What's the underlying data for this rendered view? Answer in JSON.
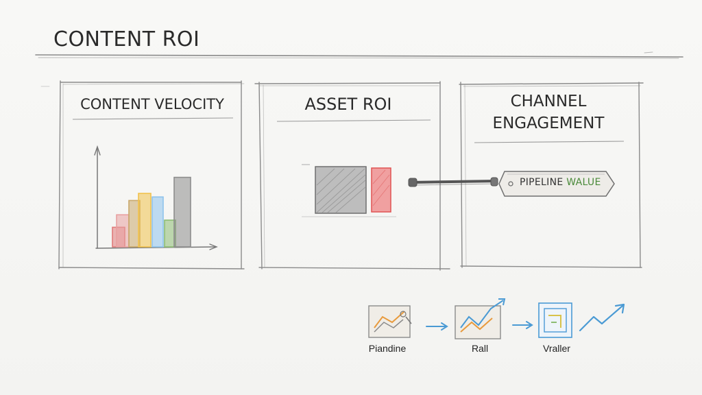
{
  "title": "CONTENT ROI",
  "panels": [
    {
      "title": "CONTENT VELOCITY"
    },
    {
      "title": "ASSET ROI"
    },
    {
      "title_line1": "CHANNEL",
      "title_line2": "ENGAGEMENT"
    }
  ],
  "pipeline_tag": {
    "part1": "PIPELINE ",
    "part2": "WALUE"
  },
  "flow": [
    {
      "label": "Piandine",
      "icon": "line-chart-icon"
    },
    {
      "label": "Rall",
      "icon": "trend-chart-icon"
    },
    {
      "label": "Vraller",
      "icon": "frame-icon"
    },
    {
      "icon": "trend-up-arrow-icon"
    }
  ],
  "velocity_bars": [
    {
      "value": 22,
      "color": "#e07a7a"
    },
    {
      "value": 36,
      "color": "#e8a0a0"
    },
    {
      "value": 52,
      "color": "#c9a86b"
    },
    {
      "value": 60,
      "color": "#f1c24d"
    },
    {
      "value": 56,
      "color": "#8ec3ec"
    },
    {
      "value": 30,
      "color": "#8cbc72"
    },
    {
      "value": 78,
      "color": "#8d8d8d"
    }
  ],
  "colors": {
    "sketch": "#7a7a7a",
    "accent_blue": "#4a9ad4",
    "accent_orange": "#e89a3c",
    "accent_red": "#e05252",
    "accent_green": "#4a8a3a"
  }
}
